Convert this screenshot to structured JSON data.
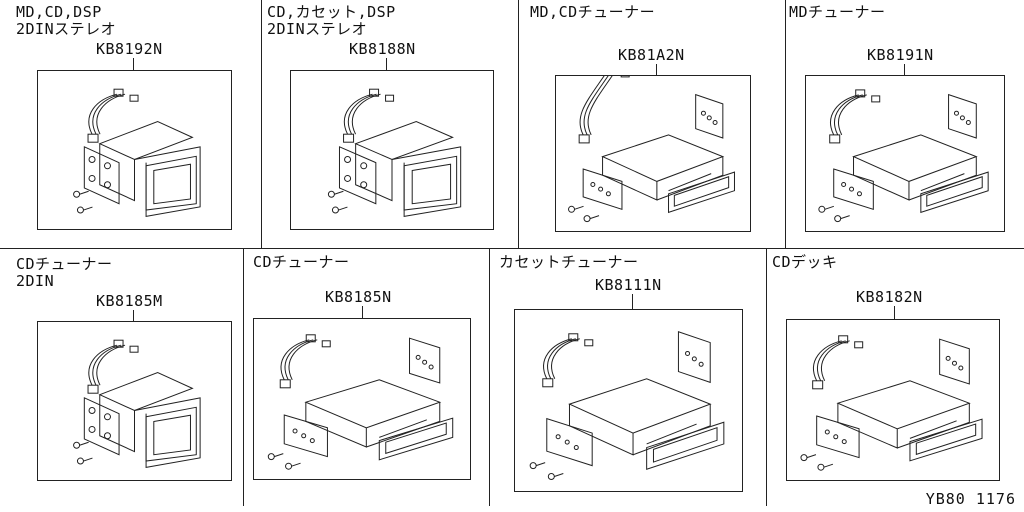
{
  "panels": [
    {
      "id": "p1",
      "title_lines": [
        "MD,CD,DSP",
        "2DINステレオ"
      ],
      "part_number": "KB8192N",
      "unit_type": "2din"
    },
    {
      "id": "p2",
      "title_lines": [
        "CD,カセット,DSP",
        "2DINステレオ"
      ],
      "part_number": "KB8188N",
      "unit_type": "2din"
    },
    {
      "id": "p3",
      "title_lines": [
        "MD,CDチューナー"
      ],
      "part_number": "KB81A2N",
      "unit_type": "tuner-long-harness"
    },
    {
      "id": "p4",
      "title_lines": [
        "MDチューナー"
      ],
      "part_number": "KB8191N",
      "unit_type": "tuner"
    },
    {
      "id": "p5",
      "title_lines": [
        "CDチューナー",
        "2DIN"
      ],
      "part_number": "KB8185M",
      "unit_type": "2din"
    },
    {
      "id": "p6",
      "title_lines": [
        "CDチューナー"
      ],
      "part_number": "KB8185N",
      "unit_type": "tuner"
    },
    {
      "id": "p7",
      "title_lines": [
        "カセットチューナー"
      ],
      "part_number": "KB8111N",
      "unit_type": "tuner"
    },
    {
      "id": "p8",
      "title_lines": [
        "CDデッキ"
      ],
      "part_number": "KB8182N",
      "unit_type": "tuner"
    }
  ],
  "footer_code": "YB80 1176"
}
